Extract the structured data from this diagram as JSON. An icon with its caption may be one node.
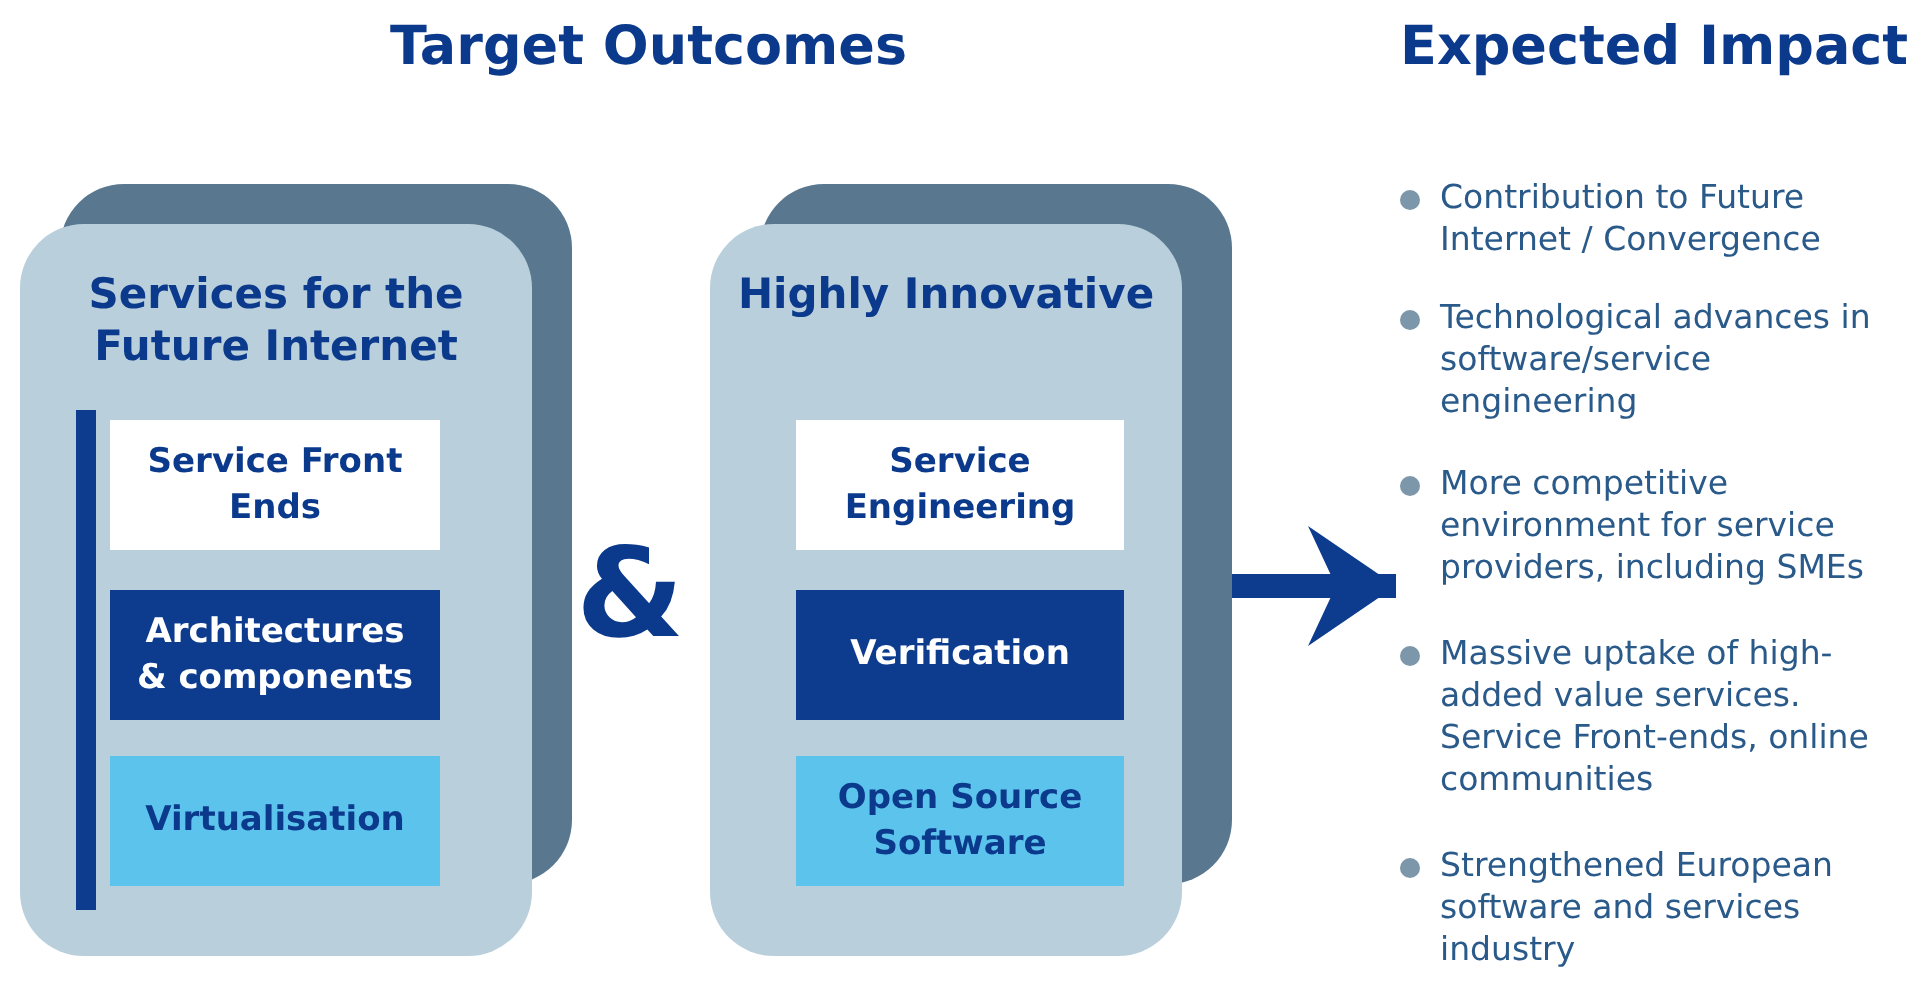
{
  "diagram": {
    "nodes": [
      {
        "text": [
          "Services for the Future Internet"
        ]
      },
      {
        "text": [
          "Service Front Ends"
        ],
        "in": 0
      },
      {
        "text": [
          "Architectures & components"
        ],
        "in": 0
      },
      {
        "text": [
          "Virtualisation"
        ],
        "in": 0
      },
      {
        "text": [
          "Highly Innovative"
        ]
      },
      {
        "text": [
          "Service Engineering"
        ],
        "in": 4
      },
      {
        "text": [
          "Verification"
        ],
        "in": 4
      },
      {
        "text": [
          "Open Source Software"
        ],
        "in": 4
      },
      {
        "text": [
          "Contribution to Future Internet / Convergence",
          "Technological advances in software/service engineering",
          "More competitive environment for service providers, including SMEs",
          "Massive uptake of high-added value services. Service Front-ends, online communities",
          "Strengthened European software and services industry"
        ]
      }
    ],
    "edges": [
      {
        "from": 4,
        "to": 8,
        "arrow": "to"
      }
    ],
    "labels": [
      "Target Outcomes",
      "Expected Impact",
      "&"
    ]
  }
}
